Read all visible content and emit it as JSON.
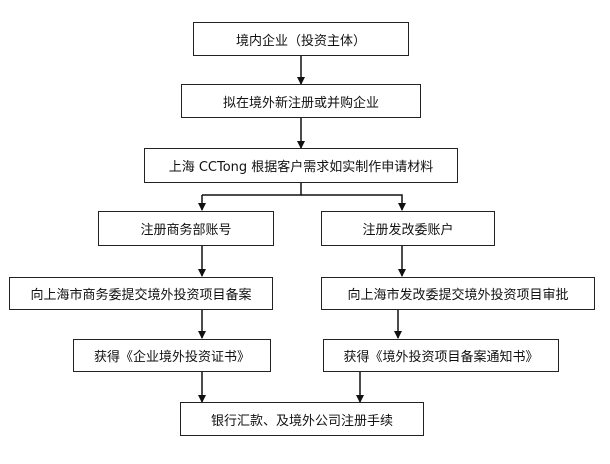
{
  "flowchart": {
    "nodes": {
      "entity": "境内企业（投资主体）",
      "plan": "拟在境外新注册或并购企业",
      "prepare": "上海 CCTong 根据客户需求如实制作申请材料",
      "commerce_account": "注册商务部账号",
      "ndrc_account": "注册发改委账户",
      "commerce_filing": "向上海市商务委提交境外投资项目备案",
      "ndrc_approval": "向上海市发改委提交境外投资项目审批",
      "commerce_certificate": "获得《企业境外投资证书》",
      "ndrc_notice": "获得《境外投资项目备案通知书》",
      "final": "银行汇款、及境外公司注册手续"
    },
    "edges": [
      [
        "entity",
        "plan"
      ],
      [
        "plan",
        "prepare"
      ],
      [
        "prepare",
        "commerce_account"
      ],
      [
        "prepare",
        "ndrc_account"
      ],
      [
        "commerce_account",
        "commerce_filing"
      ],
      [
        "ndrc_account",
        "ndrc_approval"
      ],
      [
        "commerce_filing",
        "commerce_certificate"
      ],
      [
        "ndrc_approval",
        "ndrc_notice"
      ],
      [
        "commerce_certificate",
        "final"
      ],
      [
        "ndrc_notice",
        "final"
      ]
    ]
  }
}
